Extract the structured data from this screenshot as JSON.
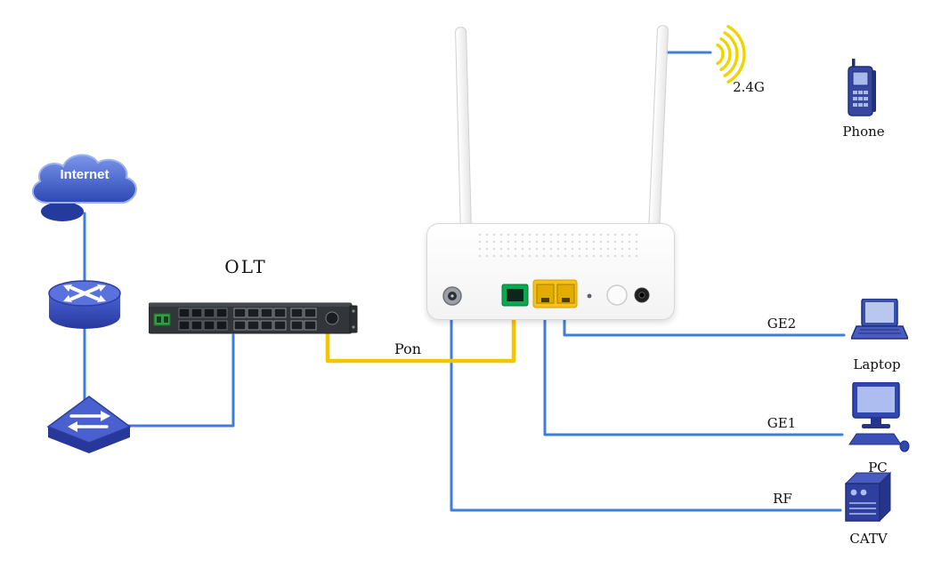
{
  "labels": {
    "internet": "Internet",
    "olt": "OLT",
    "pon": "Pon",
    "wifi": "2.4G",
    "phone": "Phone",
    "ge2": "GE2",
    "laptop": "Laptop",
    "ge1": "GE1",
    "pc": "PC",
    "rf": "RF",
    "catv": "CATV"
  },
  "colors": {
    "wire_blue": "#3f7ed8",
    "wire_yellow": "#f6c400",
    "wifi_yellow": "#f0d400",
    "icon_blue": "#3c50c0"
  }
}
